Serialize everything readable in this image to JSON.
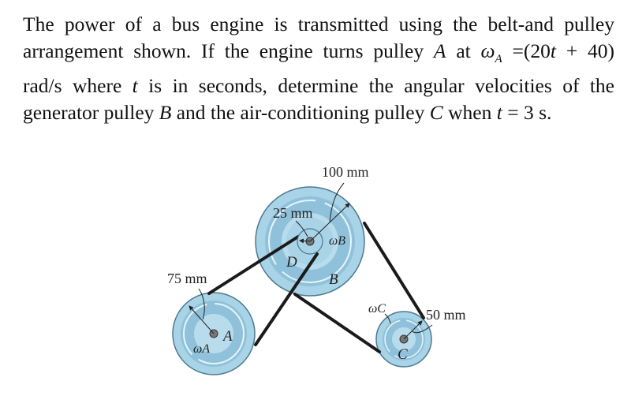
{
  "problem": {
    "lines": [
      "The power of a bus engine is transmitted using the belt-and pulley",
      "arrangement shown. If the engine turns pulley A at ωA =(20t + 40)",
      "rad/s where t is in seconds, determine the angular velocities of the",
      "generator pulley B and the air-conditioning pulley C when t = 3 s."
    ]
  },
  "figure": {
    "labels": {
      "r_B": "100 mm",
      "r_D": "25 mm",
      "r_A": "75 mm",
      "r_C": "50 mm",
      "omega_B": "ωB",
      "omega_A": "ωA",
      "omega_C": "ωC",
      "pulley_A": "A",
      "pulley_B": "B",
      "pulley_C": "C",
      "pulley_D": "D"
    },
    "colors": {
      "pulley_fill": "#a9d3e6",
      "pulley_dark": "#8fc2da",
      "belt": "#1a1a1a"
    }
  }
}
